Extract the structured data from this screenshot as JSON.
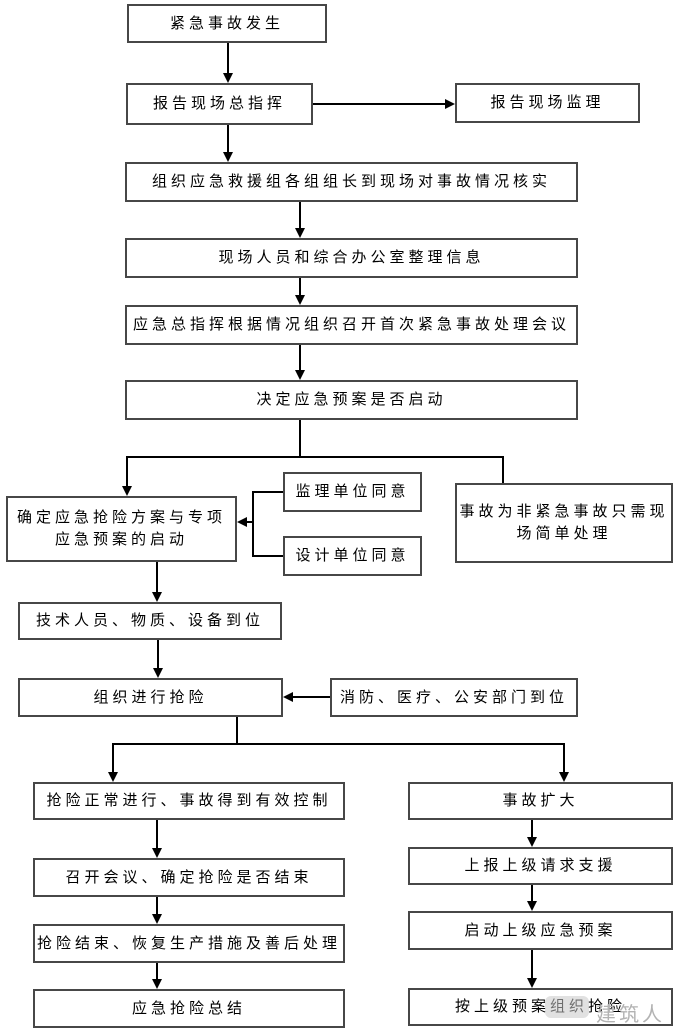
{
  "nodes": [
    {
      "id": "emergency-occurs",
      "text": "紧急事故发生"
    },
    {
      "id": "report-site-commander",
      "text": "报告现场总指挥"
    },
    {
      "id": "report-site-supervisor",
      "text": "报告现场监理"
    },
    {
      "id": "organize-rescue-leaders-verify",
      "text": "组织应急救援组各组组长到现场对事故情况核实"
    },
    {
      "id": "site-staff-office-collate-info",
      "text": "现场人员和综合办公室整理信息"
    },
    {
      "id": "commander-first-meeting",
      "text": "应急总指挥根据情况组织召开首次紧急事故处理会议"
    },
    {
      "id": "decide-plan-activation",
      "text": "决定应急预案是否启动"
    },
    {
      "id": "determine-rescue-plan-activation",
      "text": "确定应急抢险方案与专项\n应急预案的启动"
    },
    {
      "id": "supervisor-unit-agrees",
      "text": "监理单位同意"
    },
    {
      "id": "design-unit-agrees",
      "text": "设计单位同意"
    },
    {
      "id": "non-emergency-simple-handling",
      "text": "事故为非紧急事故只需现\n场简单处理"
    },
    {
      "id": "personnel-materials-equipment-ready",
      "text": "技术人员、物质、设备到位"
    },
    {
      "id": "organize-rescue",
      "text": "组织进行抢险"
    },
    {
      "id": "fire-medical-police-ready",
      "text": "消防、医疗、公安部门到位"
    },
    {
      "id": "rescue-normal-controlled",
      "text": "抢险正常进行、事故得到有效控制"
    },
    {
      "id": "incident-escalates",
      "text": "事故扩大"
    },
    {
      "id": "meeting-decide-rescue-end",
      "text": "召开会议、确定抢险是否结束"
    },
    {
      "id": "report-superiors-request-support",
      "text": "上报上级请求支援"
    },
    {
      "id": "rescue-end-restore-production",
      "text": "抢险结束、恢复生产措施及善后处理"
    },
    {
      "id": "activate-superior-plan",
      "text": "启动上级应急预案"
    },
    {
      "id": "emergency-rescue-summary",
      "text": "应急抢险总结"
    },
    {
      "id": "rescue-per-superior-plan",
      "text": "按上级预案组织抢险"
    }
  ],
  "watermark": {
    "text": "建筑人"
  }
}
